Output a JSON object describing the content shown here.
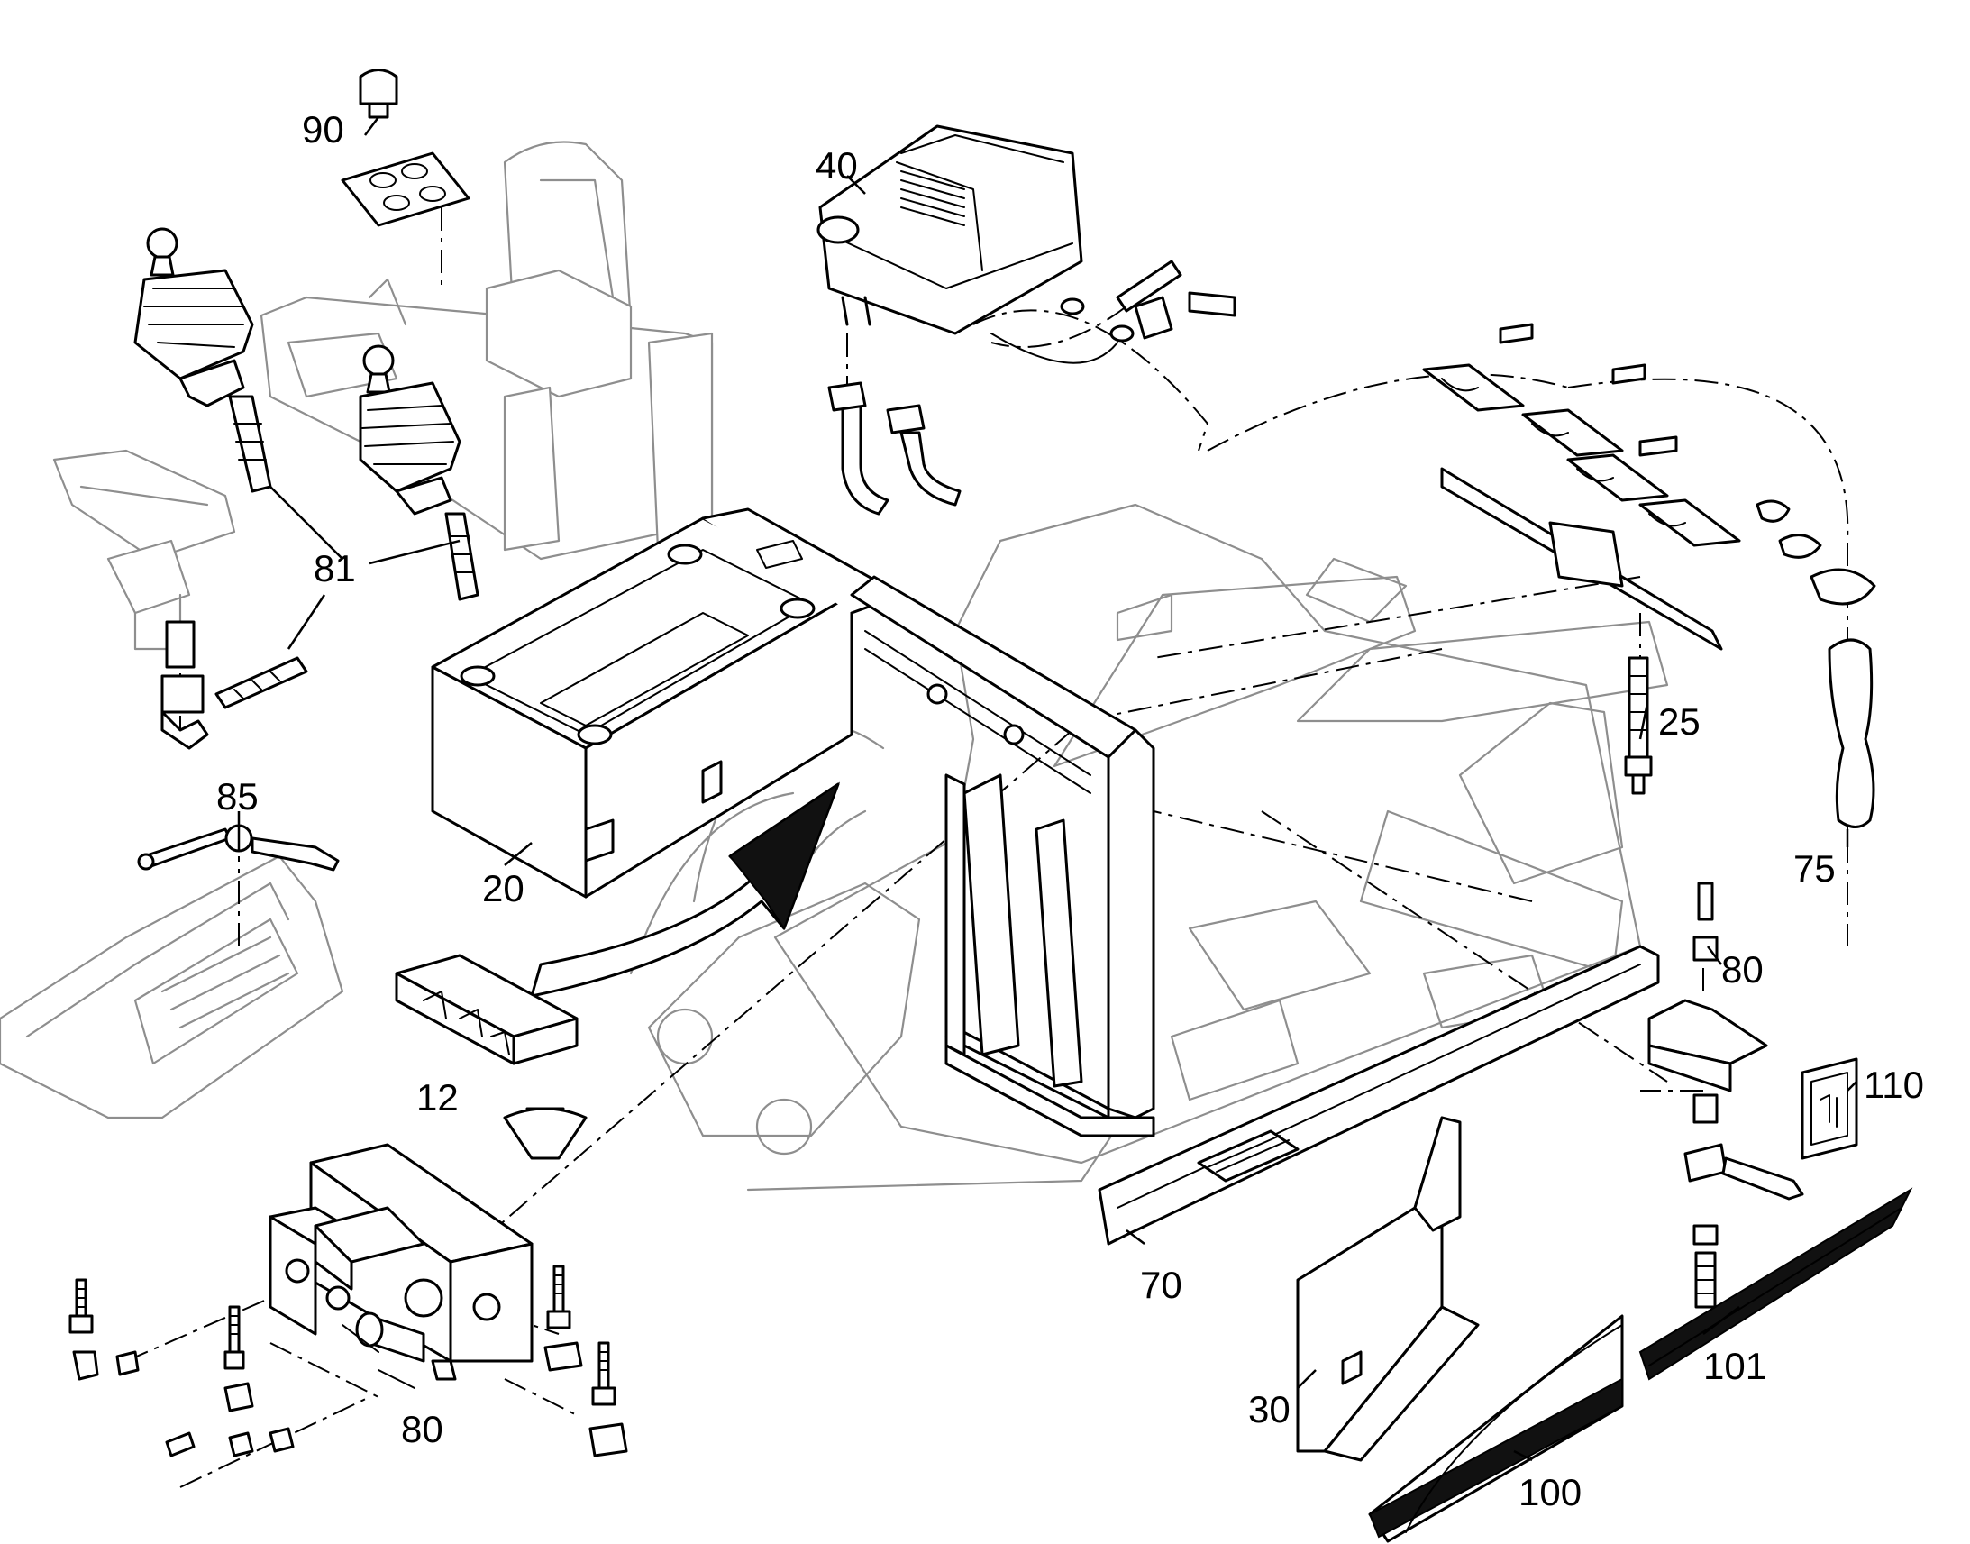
{
  "callouts": {
    "c90": "90",
    "c40": "40",
    "c81": "81",
    "c85": "85",
    "c20": "20",
    "c12": "12",
    "c80_left": "80",
    "c25": "25",
    "c75": "75",
    "c80_right": "80",
    "c110": "110",
    "c70": "70",
    "c101": "101",
    "c30": "30",
    "c100": "100"
  }
}
